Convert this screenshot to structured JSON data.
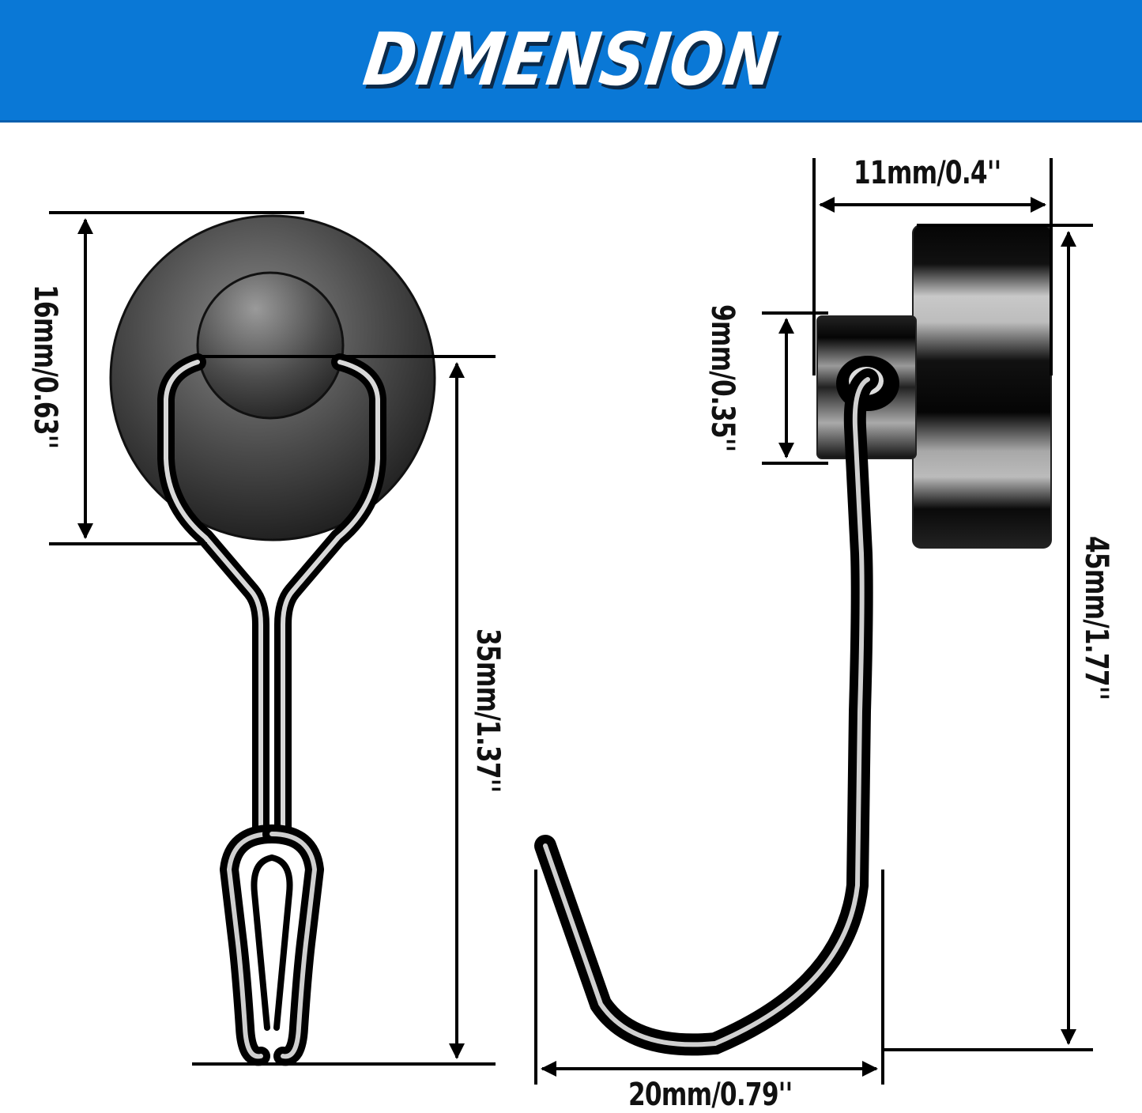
{
  "banner": {
    "title": "DIMENSION",
    "background_color": "#0a78d6",
    "text_color": "#ffffff",
    "shadow_color": "#0b2a4a"
  },
  "front_view": {
    "name": "swivel magnetic hook front view",
    "dimensions": {
      "magnet_diameter": "16mm/0.63''",
      "hook_length": "35mm/1.37''"
    }
  },
  "side_view": {
    "name": "swivel magnetic hook side view",
    "dimensions": {
      "magnet_thickness": "11mm/0.4''",
      "swivel_base_height": "9mm/0.35''",
      "total_height": "45mm/1.77''",
      "hook_width": "20mm/0.79''"
    }
  }
}
